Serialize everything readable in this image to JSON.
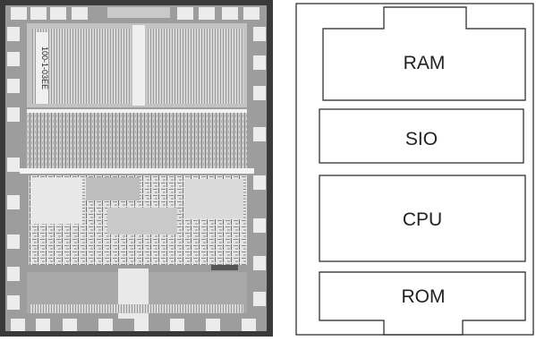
{
  "figure": {
    "die_photo": {
      "chip_marking": "100-1-03EE"
    },
    "block_diagram": {
      "blocks": [
        {
          "id": "ram",
          "label": "RAM"
        },
        {
          "id": "sio",
          "label": "SIO"
        },
        {
          "id": "cpu",
          "label": "CPU"
        },
        {
          "id": "rom",
          "label": "ROM"
        }
      ]
    }
  }
}
